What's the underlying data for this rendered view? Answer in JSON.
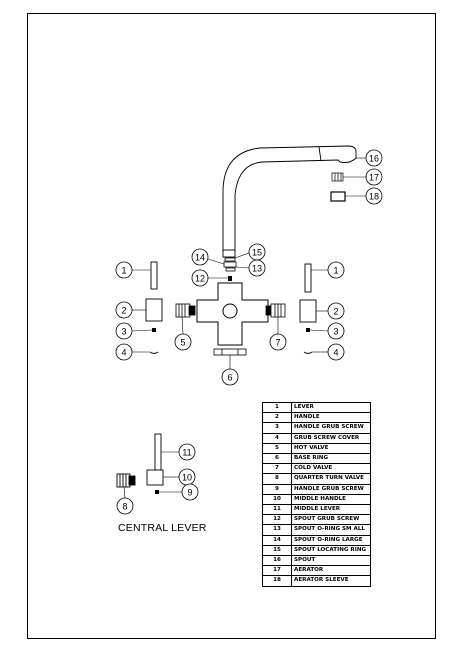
{
  "callouts": [
    {
      "id": "c16",
      "label": "16"
    },
    {
      "id": "c17",
      "label": "17"
    },
    {
      "id": "c18",
      "label": "18"
    },
    {
      "id": "c15",
      "label": "15"
    },
    {
      "id": "c14",
      "label": "14"
    },
    {
      "id": "c13",
      "label": "13"
    },
    {
      "id": "c12",
      "label": "12"
    },
    {
      "id": "c1l",
      "label": "1"
    },
    {
      "id": "c2l",
      "label": "2"
    },
    {
      "id": "c3l",
      "label": "3"
    },
    {
      "id": "c4l",
      "label": "4"
    },
    {
      "id": "c5",
      "label": "5"
    },
    {
      "id": "c1r",
      "label": "1"
    },
    {
      "id": "c2r",
      "label": "2"
    },
    {
      "id": "c3r",
      "label": "3"
    },
    {
      "id": "c4r",
      "label": "4"
    },
    {
      "id": "c7",
      "label": "7"
    },
    {
      "id": "c6",
      "label": "6"
    },
    {
      "id": "c11",
      "label": "11"
    },
    {
      "id": "c10",
      "label": "10"
    },
    {
      "id": "c9",
      "label": "9"
    },
    {
      "id": "c8",
      "label": "8"
    }
  ],
  "central_lever_label": "CENTRAL LEVER",
  "parts": [
    {
      "no": "1",
      "name": "LEVER"
    },
    {
      "no": "2",
      "name": "HANDLE"
    },
    {
      "no": "3",
      "name": "HANDLE GRUB SCREW"
    },
    {
      "no": "4",
      "name": "GRUB SCREW COVER"
    },
    {
      "no": "5",
      "name": "HOT VALVE"
    },
    {
      "no": "6",
      "name": "BASE RING"
    },
    {
      "no": "7",
      "name": "COLD VALVE"
    },
    {
      "no": "8",
      "name": "QUARTER TURN VALVE"
    },
    {
      "no": "9",
      "name": "HANDLE GRUB SCREW"
    },
    {
      "no": "10",
      "name": "MIDDLE HANDLE"
    },
    {
      "no": "11",
      "name": "MIDDLE LEVER"
    },
    {
      "no": "12",
      "name": "SPOUT GRUB SCREW"
    },
    {
      "no": "13",
      "name": "SPOUT O-RING SM ALL"
    },
    {
      "no": "14",
      "name": "SPOUT O-RING LARGE"
    },
    {
      "no": "15",
      "name": "SPOUT LOCATING RING"
    },
    {
      "no": "16",
      "name": "SPOUT"
    },
    {
      "no": "17",
      "name": "AERATOR"
    },
    {
      "no": "18",
      "name": "AERATOR SLEEVE"
    }
  ]
}
